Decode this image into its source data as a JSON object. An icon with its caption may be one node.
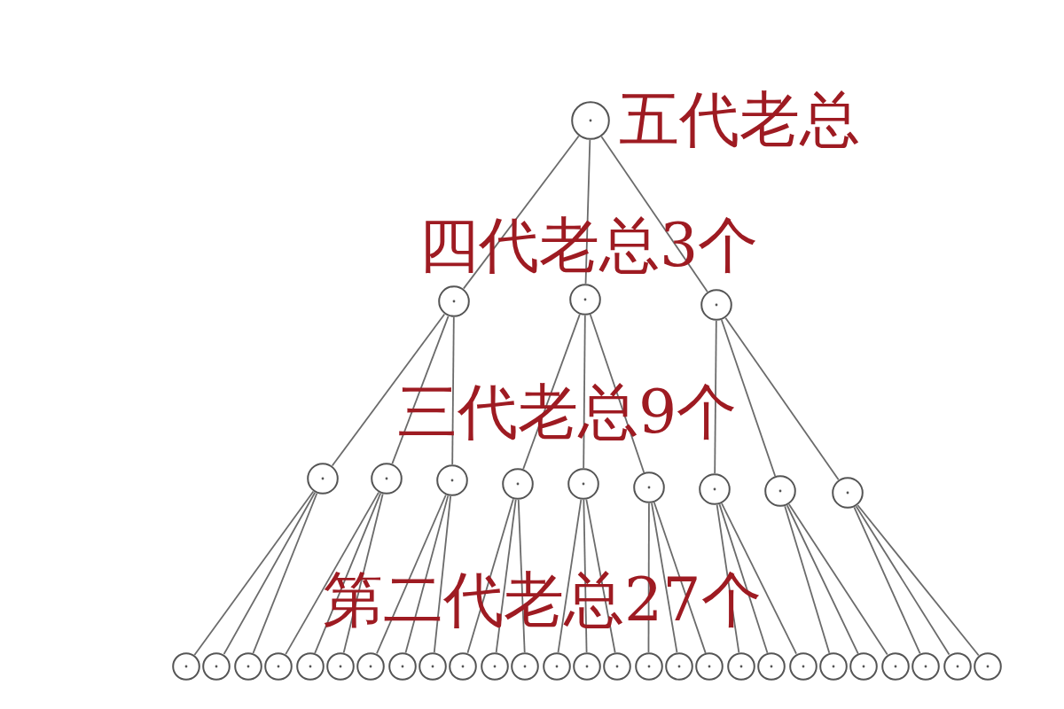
{
  "diagram": {
    "nodes": [
      {
        "text": [],
        "shape": "circle",
        "beside": [
          "五代老总"
        ]
      },
      {
        "text": [],
        "shape": "circle"
      },
      {
        "text": [],
        "shape": "circle"
      },
      {
        "text": [],
        "shape": "circle"
      },
      {
        "text": [],
        "shape": "circle"
      },
      {
        "text": [],
        "shape": "circle"
      },
      {
        "text": [],
        "shape": "circle"
      },
      {
        "text": [],
        "shape": "circle"
      },
      {
        "text": [],
        "shape": "circle"
      },
      {
        "text": [],
        "shape": "circle"
      },
      {
        "text": [],
        "shape": "circle"
      },
      {
        "text": [],
        "shape": "circle"
      },
      {
        "text": [],
        "shape": "circle"
      },
      {
        "text": [],
        "shape": "circle"
      },
      {
        "text": [],
        "shape": "circle"
      },
      {
        "text": [],
        "shape": "circle"
      },
      {
        "text": [],
        "shape": "circle"
      },
      {
        "text": [],
        "shape": "circle"
      },
      {
        "text": [],
        "shape": "circle"
      },
      {
        "text": [],
        "shape": "circle"
      },
      {
        "text": [],
        "shape": "circle"
      },
      {
        "text": [],
        "shape": "circle"
      },
      {
        "text": [],
        "shape": "circle"
      },
      {
        "text": [],
        "shape": "circle"
      },
      {
        "text": [],
        "shape": "circle"
      },
      {
        "text": [],
        "shape": "circle"
      },
      {
        "text": [],
        "shape": "circle"
      },
      {
        "text": [],
        "shape": "circle"
      },
      {
        "text": [],
        "shape": "circle"
      },
      {
        "text": [],
        "shape": "circle"
      },
      {
        "text": [],
        "shape": "circle"
      },
      {
        "text": [],
        "shape": "circle"
      },
      {
        "text": [],
        "shape": "circle"
      },
      {
        "text": [],
        "shape": "circle"
      },
      {
        "text": [],
        "shape": "circle"
      },
      {
        "text": [],
        "shape": "circle"
      },
      {
        "text": [],
        "shape": "circle"
      },
      {
        "text": [],
        "shape": "circle"
      },
      {
        "text": [],
        "shape": "circle"
      },
      {
        "text": [],
        "shape": "circle"
      }
    ],
    "edges": [
      {
        "from": 0,
        "to": 1,
        "arrow": "none"
      },
      {
        "from": 0,
        "to": 2,
        "arrow": "none"
      },
      {
        "from": 0,
        "to": 3,
        "arrow": "none"
      },
      {
        "from": 1,
        "to": 4,
        "arrow": "none"
      },
      {
        "from": 1,
        "to": 5,
        "arrow": "none"
      },
      {
        "from": 1,
        "to": 6,
        "arrow": "none"
      },
      {
        "from": 2,
        "to": 7,
        "arrow": "none"
      },
      {
        "from": 2,
        "to": 8,
        "arrow": "none"
      },
      {
        "from": 2,
        "to": 9,
        "arrow": "none"
      },
      {
        "from": 3,
        "to": 10,
        "arrow": "none"
      },
      {
        "from": 3,
        "to": 11,
        "arrow": "none"
      },
      {
        "from": 3,
        "to": 12,
        "arrow": "none"
      },
      {
        "from": 4,
        "to": 13,
        "arrow": "none"
      },
      {
        "from": 4,
        "to": 14,
        "arrow": "none"
      },
      {
        "from": 4,
        "to": 15,
        "arrow": "none"
      },
      {
        "from": 5,
        "to": 16,
        "arrow": "none"
      },
      {
        "from": 5,
        "to": 17,
        "arrow": "none"
      },
      {
        "from": 5,
        "to": 18,
        "arrow": "none"
      },
      {
        "from": 6,
        "to": 19,
        "arrow": "none"
      },
      {
        "from": 6,
        "to": 20,
        "arrow": "none"
      },
      {
        "from": 6,
        "to": 21,
        "arrow": "none"
      },
      {
        "from": 7,
        "to": 22,
        "arrow": "none"
      },
      {
        "from": 7,
        "to": 23,
        "arrow": "none"
      },
      {
        "from": 7,
        "to": 24,
        "arrow": "none"
      },
      {
        "from": 8,
        "to": 25,
        "arrow": "none"
      },
      {
        "from": 8,
        "to": 26,
        "arrow": "none"
      },
      {
        "from": 8,
        "to": 27,
        "arrow": "none"
      },
      {
        "from": 9,
        "to": 28,
        "arrow": "none"
      },
      {
        "from": 9,
        "to": 29,
        "arrow": "none"
      },
      {
        "from": 9,
        "to": 30,
        "arrow": "none"
      },
      {
        "from": 10,
        "to": 31,
        "arrow": "none"
      },
      {
        "from": 10,
        "to": 32,
        "arrow": "none"
      },
      {
        "from": 10,
        "to": 33,
        "arrow": "none"
      },
      {
        "from": 11,
        "to": 34,
        "arrow": "none"
      },
      {
        "from": 11,
        "to": 35,
        "arrow": "none"
      },
      {
        "from": 11,
        "to": 36,
        "arrow": "none"
      },
      {
        "from": 12,
        "to": 37,
        "arrow": "none"
      },
      {
        "from": 12,
        "to": 38,
        "arrow": "none"
      },
      {
        "from": 12,
        "to": 39,
        "arrow": "none"
      }
    ],
    "labels": [
      "四代老总3个",
      "三代老总9个",
      "第二代老总27个"
    ]
  }
}
